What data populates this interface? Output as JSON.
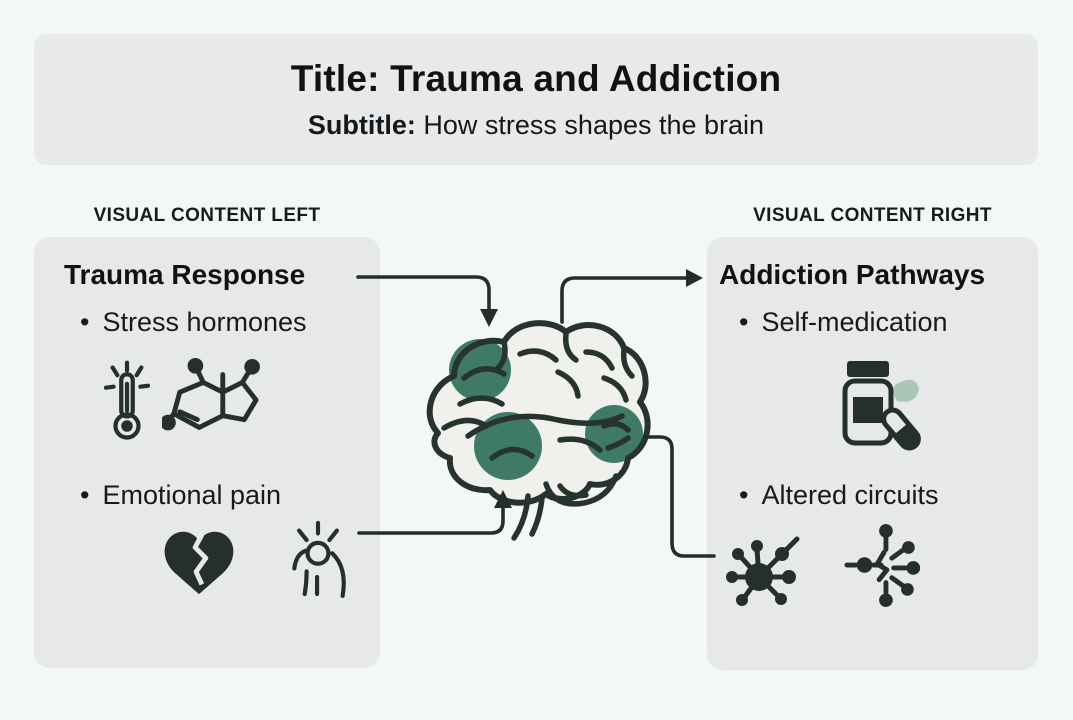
{
  "header": {
    "title": "Title: Trauma and Addiction",
    "subtitle_label": "Subtitle:",
    "subtitle_text": " How stress shapes the brain"
  },
  "ui": {
    "bullet": "•"
  },
  "left": {
    "section_label": "VISUAL CONTENT LEFT",
    "heading": "Trauma Response",
    "items": [
      {
        "label": "Stress hormones",
        "icons": [
          "temperature-spike-icon",
          "hormone-molecule-icon"
        ]
      },
      {
        "label": "Emotional pain",
        "icons": [
          "broken-heart-icon",
          "stressed-person-icon"
        ]
      }
    ]
  },
  "right": {
    "section_label": "VISUAL CONTENT RIGHT",
    "heading": "Addiction Pathways",
    "items": [
      {
        "label": "Self-medication",
        "icons": [
          "pill-bottle-icon",
          "leaf-icon",
          "capsule-icon"
        ]
      },
      {
        "label": "Altered circuits",
        "icons": [
          "neuron-icon",
          "altered-circuit-icon"
        ]
      }
    ]
  },
  "center": {
    "illustration": "brain-with-three-highlighted-regions",
    "highlighted_regions": 3
  },
  "connections": [
    {
      "from": "trauma-response-heading",
      "to": "brain-upper-left-region",
      "style": "arrow-down"
    },
    {
      "from": "brain-top",
      "to": "addiction-pathways-heading",
      "style": "arrow-right"
    },
    {
      "from": "emotional-pain-icons",
      "to": "brain-lower-region",
      "style": "arrow-up"
    },
    {
      "from": "brain-right-region",
      "to": "altered-circuits-icons",
      "style": "line"
    }
  ],
  "colors": {
    "page_bg": "#f4f7f8",
    "header_bg": "#e7e9ea",
    "panel_bg": "#e6e8ea",
    "ink": "#25302b",
    "accent_green": "#3f7a66",
    "leaf_green": "#a9c6b6",
    "brain_fill": "#f0f1ec"
  }
}
